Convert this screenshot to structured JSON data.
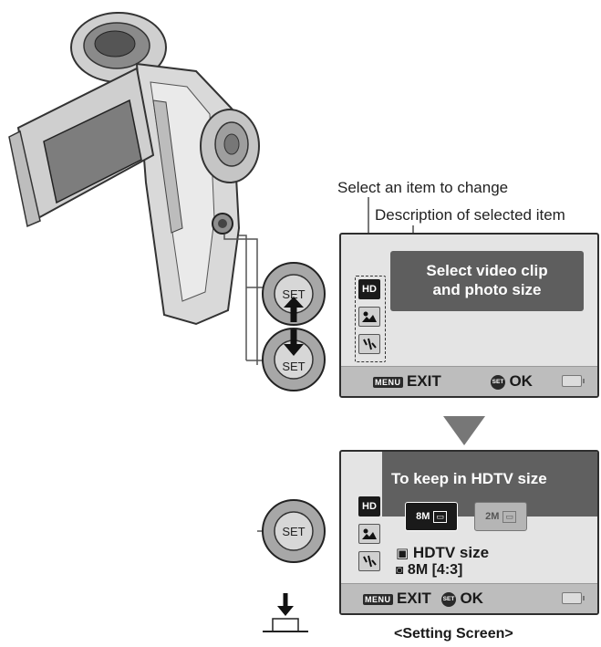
{
  "callouts": {
    "select_item": "Select an item to change",
    "description": "Description of selected item"
  },
  "icons": {
    "set_label": "SET",
    "hd_label": "HD"
  },
  "screen1": {
    "description_line1": "Select video clip",
    "description_line2": "and photo size",
    "menu_tag": "MENU",
    "exit_label": "EXIT",
    "ok_label": "OK"
  },
  "screen2": {
    "banner": "To keep in HDTV size",
    "option_selected": "8M",
    "option_other": "2M",
    "mode_text": "HDTV size",
    "resolution_text": "8M [4:3]",
    "menu_tag": "MENU",
    "exit_label": "EXIT",
    "ok_label": "OK"
  },
  "caption": "<Setting Screen>",
  "colors": {
    "lcd_bg": "#e4e4e4",
    "description_box": "#5e5e5e",
    "arrow_gray": "#777777",
    "icon_selected": "#1a1a1a"
  }
}
